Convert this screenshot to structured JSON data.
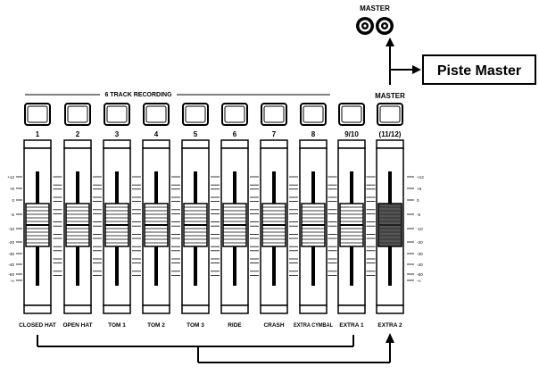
{
  "master_label": "MASTER",
  "master_callout": "Piste Master",
  "group_label": "6 TRACK RECORDING",
  "channels": [
    {
      "number": "1",
      "name": "CLOSED HAT"
    },
    {
      "number": "2",
      "name": "OPEN HAT"
    },
    {
      "number": "3",
      "name": "TOM 1"
    },
    {
      "number": "4",
      "name": "TOM 2"
    },
    {
      "number": "5",
      "name": "TOM 3"
    },
    {
      "number": "6",
      "name": "RIDE"
    },
    {
      "number": "7",
      "name": "CRASH"
    },
    {
      "number": "8",
      "name": "EXTRA CYMBAL"
    },
    {
      "number": "9/10",
      "name": "EXTRA 1"
    },
    {
      "number": "(11/12)",
      "name": "EXTRA 2"
    }
  ],
  "master_strip_label": "MASTER",
  "scale": [
    "+12",
    "+6",
    "0",
    "-5",
    "-10",
    "-20",
    "-30",
    "-40",
    "-60",
    "-∞"
  ],
  "colors": {
    "ink": "#000000",
    "highlight": "#555555"
  }
}
